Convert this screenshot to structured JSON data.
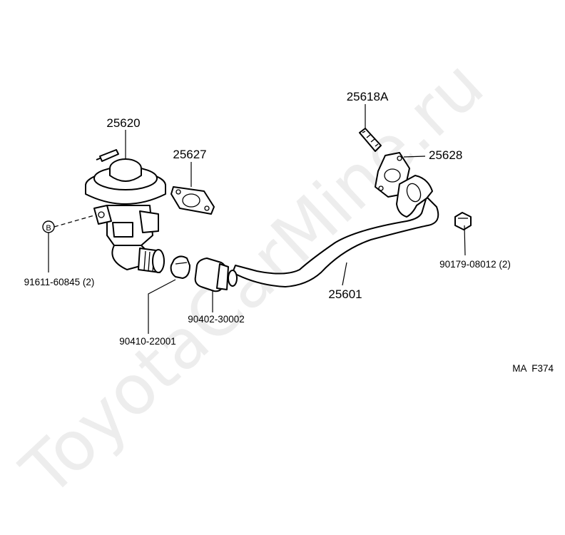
{
  "watermark": "ToyotaCarMine.ru",
  "parts": {
    "egr_valve": "25620",
    "gasket_valve": "25627",
    "stud": "25618A",
    "gasket_pipe": "25628",
    "pipe": "25601",
    "nut": "90179-08012 (2)",
    "hose": "90402-30002",
    "clamp": "90410-22001",
    "bolt_marker": "B",
    "bolt": "91611-60845 (2)"
  },
  "figure_code": "MA  F374"
}
